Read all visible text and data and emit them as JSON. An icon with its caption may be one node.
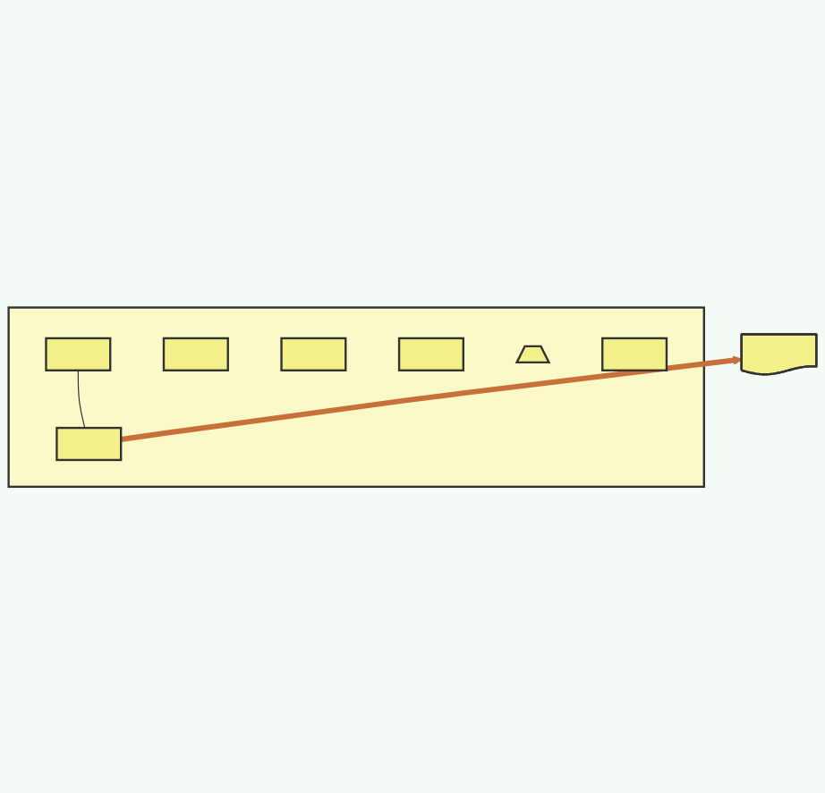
{
  "diagram": {
    "nodes": [
      {
        "text": [],
        "shape": "document"
      },
      {
        "text": [],
        "shape": "box"
      },
      {
        "text": [],
        "shape": "box",
        "in": 1
      },
      {
        "text": [],
        "shape": "box",
        "in": 1
      },
      {
        "text": [],
        "shape": "box",
        "in": 1
      },
      {
        "text": [],
        "shape": "box",
        "in": 1
      },
      {
        "text": [],
        "shape": "box",
        "in": 1
      },
      {
        "text": [],
        "shape": "trapezoid",
        "in": 1
      },
      {
        "text": [],
        "shape": "box",
        "in": 1
      }
    ],
    "edges": [
      {
        "from": 2,
        "to": 0,
        "arrow": "to",
        "style": "thick",
        "color": "#c8703a"
      },
      {
        "from": 2,
        "to": 3,
        "arrow": "none",
        "color": "#333333"
      }
    ]
  }
}
